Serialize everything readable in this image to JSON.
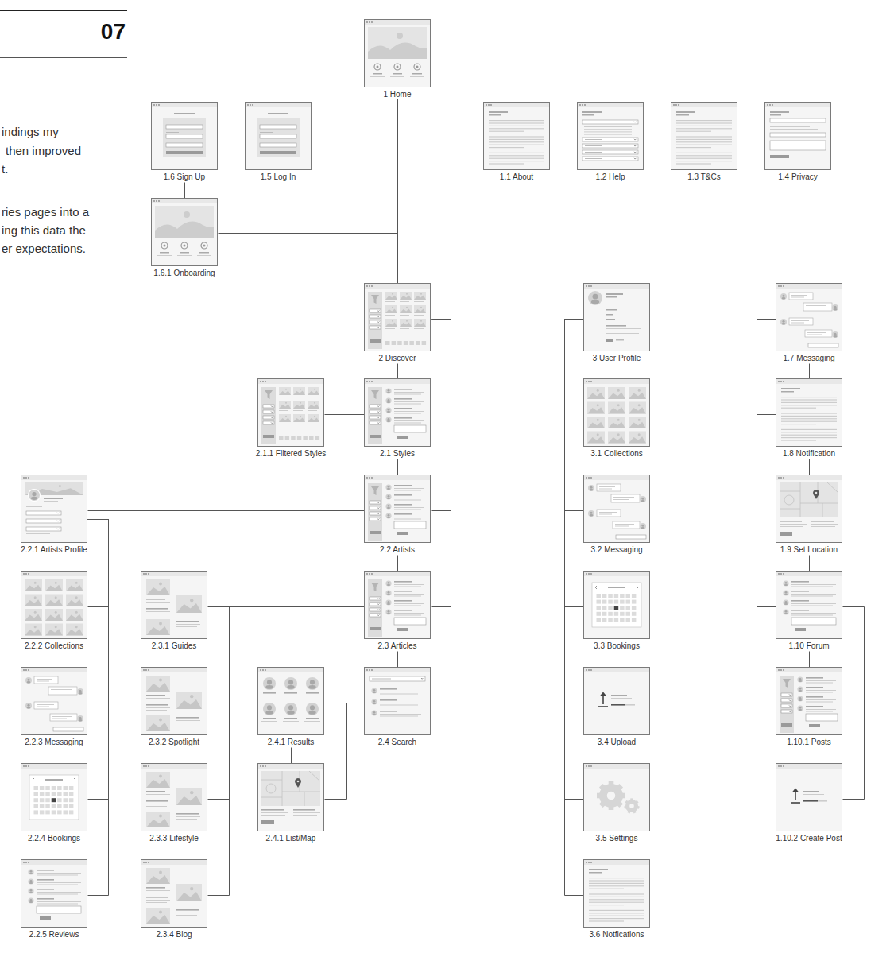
{
  "diagram": {
    "nodes": [
      {
        "text": [
          "1 Home"
        ]
      },
      {
        "text": [
          "1.6 Sign Up"
        ]
      },
      {
        "text": [
          "1.5 Log In"
        ]
      },
      {
        "text": [
          "1.1 About"
        ]
      },
      {
        "text": [
          "1.2 Help"
        ]
      },
      {
        "text": [
          "1.3 T&Cs"
        ]
      },
      {
        "text": [
          "1.4 Privacy"
        ]
      },
      {
        "text": [
          "1.6.1 Onboarding"
        ]
      },
      {
        "text": [
          "2 Discover"
        ]
      },
      {
        "text": [
          "3 User Profile"
        ]
      },
      {
        "text": [
          "1.7 Messaging"
        ]
      },
      {
        "text": [
          "2.1.1 Filtered Styles"
        ]
      },
      {
        "text": [
          "2.1 Styles"
        ]
      },
      {
        "text": [
          "3.1 Collections"
        ]
      },
      {
        "text": [
          "1.8 Notification"
        ]
      },
      {
        "text": [
          "2.2.1 Artists Profile"
        ]
      },
      {
        "text": [
          "2.2 Artists"
        ]
      },
      {
        "text": [
          "3.2 Messaging"
        ]
      },
      {
        "text": [
          "1.9 Set Location"
        ]
      },
      {
        "text": [
          "2.2.2 Collections"
        ]
      },
      {
        "text": [
          "2.3.1 Guides"
        ]
      },
      {
        "text": [
          "2.3 Articles"
        ]
      },
      {
        "text": [
          "3.3 Bookings"
        ]
      },
      {
        "text": [
          "1.10 Forum"
        ]
      },
      {
        "text": [
          "2.2.3 Messaging"
        ]
      },
      {
        "text": [
          "2.3.2 Spotlight"
        ]
      },
      {
        "text": [
          "2.4.1 Results"
        ]
      },
      {
        "text": [
          "2.4 Search"
        ]
      },
      {
        "text": [
          "3.4 Upload"
        ]
      },
      {
        "text": [
          "1.10.1 Posts"
        ]
      },
      {
        "text": [
          "2.2.4 Bookings"
        ]
      },
      {
        "text": [
          "2.3.3 Lifestyle"
        ]
      },
      {
        "text": [
          "2.4.1 List/Map"
        ]
      },
      {
        "text": [
          "3.5 Settings"
        ]
      },
      {
        "text": [
          "1.10.2 Create Post"
        ]
      },
      {
        "text": [
          "2.2.5 Reviews"
        ]
      },
      {
        "text": [
          "2.3.4 Blog"
        ]
      },
      {
        "text": [
          "3.6 Notfications"
        ]
      }
    ],
    "edges": [
      {
        "from": 0,
        "to": 2,
        "arrow": "none"
      },
      {
        "from": 2,
        "to": 1,
        "arrow": "none"
      },
      {
        "from": 0,
        "to": 3,
        "arrow": "none"
      },
      {
        "from": 3,
        "to": 4,
        "arrow": "none"
      },
      {
        "from": 4,
        "to": 5,
        "arrow": "none"
      },
      {
        "from": 5,
        "to": 6,
        "arrow": "none"
      },
      {
        "from": 1,
        "to": 7,
        "arrow": "none"
      },
      {
        "from": 0,
        "to": 7,
        "arrow": "none"
      },
      {
        "from": 0,
        "to": 8,
        "arrow": "none"
      },
      {
        "from": 0,
        "to": 9,
        "arrow": "none"
      },
      {
        "from": 0,
        "to": 10,
        "arrow": "none"
      },
      {
        "from": 0,
        "to": 14,
        "arrow": "none"
      },
      {
        "from": 0,
        "to": 23,
        "arrow": "none"
      },
      {
        "from": 10,
        "to": 14,
        "arrow": "none"
      },
      {
        "from": 14,
        "to": 18,
        "arrow": "none"
      },
      {
        "from": 18,
        "to": 23,
        "arrow": "none"
      },
      {
        "from": 23,
        "to": 29,
        "arrow": "none"
      },
      {
        "from": 23,
        "to": 34,
        "arrow": "none"
      },
      {
        "from": 8,
        "to": 12,
        "arrow": "none"
      },
      {
        "from": 12,
        "to": 16,
        "arrow": "none"
      },
      {
        "from": 16,
        "to": 21,
        "arrow": "none"
      },
      {
        "from": 21,
        "to": 27,
        "arrow": "none"
      },
      {
        "from": 8,
        "to": 16,
        "arrow": "none"
      },
      {
        "from": 8,
        "to": 21,
        "arrow": "none"
      },
      {
        "from": 8,
        "to": 27,
        "arrow": "none"
      },
      {
        "from": 12,
        "to": 11,
        "arrow": "none"
      },
      {
        "from": 16,
        "to": 15,
        "arrow": "none"
      },
      {
        "from": 15,
        "to": 19,
        "arrow": "none"
      },
      {
        "from": 15,
        "to": 24,
        "arrow": "none"
      },
      {
        "from": 15,
        "to": 30,
        "arrow": "none"
      },
      {
        "from": 15,
        "to": 35,
        "arrow": "none"
      },
      {
        "from": 21,
        "to": 20,
        "arrow": "none"
      },
      {
        "from": 21,
        "to": 25,
        "arrow": "none"
      },
      {
        "from": 21,
        "to": 31,
        "arrow": "none"
      },
      {
        "from": 21,
        "to": 36,
        "arrow": "none"
      },
      {
        "from": 27,
        "to": 26,
        "arrow": "none"
      },
      {
        "from": 27,
        "to": 32,
        "arrow": "none"
      },
      {
        "from": 26,
        "to": 32,
        "arrow": "none"
      },
      {
        "from": 9,
        "to": 13,
        "arrow": "none"
      },
      {
        "from": 13,
        "to": 17,
        "arrow": "none"
      },
      {
        "from": 17,
        "to": 22,
        "arrow": "none"
      },
      {
        "from": 22,
        "to": 28,
        "arrow": "none"
      },
      {
        "from": 28,
        "to": 33,
        "arrow": "none"
      },
      {
        "from": 33,
        "to": 37,
        "arrow": "none"
      },
      {
        "from": 9,
        "to": 17,
        "arrow": "none"
      },
      {
        "from": 9,
        "to": 22,
        "arrow": "none"
      },
      {
        "from": 9,
        "to": 28,
        "arrow": "none"
      },
      {
        "from": 9,
        "to": 33,
        "arrow": "none"
      },
      {
        "from": 9,
        "to": 37,
        "arrow": "none"
      }
    ],
    "labels": [
      "07",
      "indings my",
      "then improved",
      "t.",
      "ries pages into a",
      "ing this data the",
      "er expectations."
    ]
  }
}
